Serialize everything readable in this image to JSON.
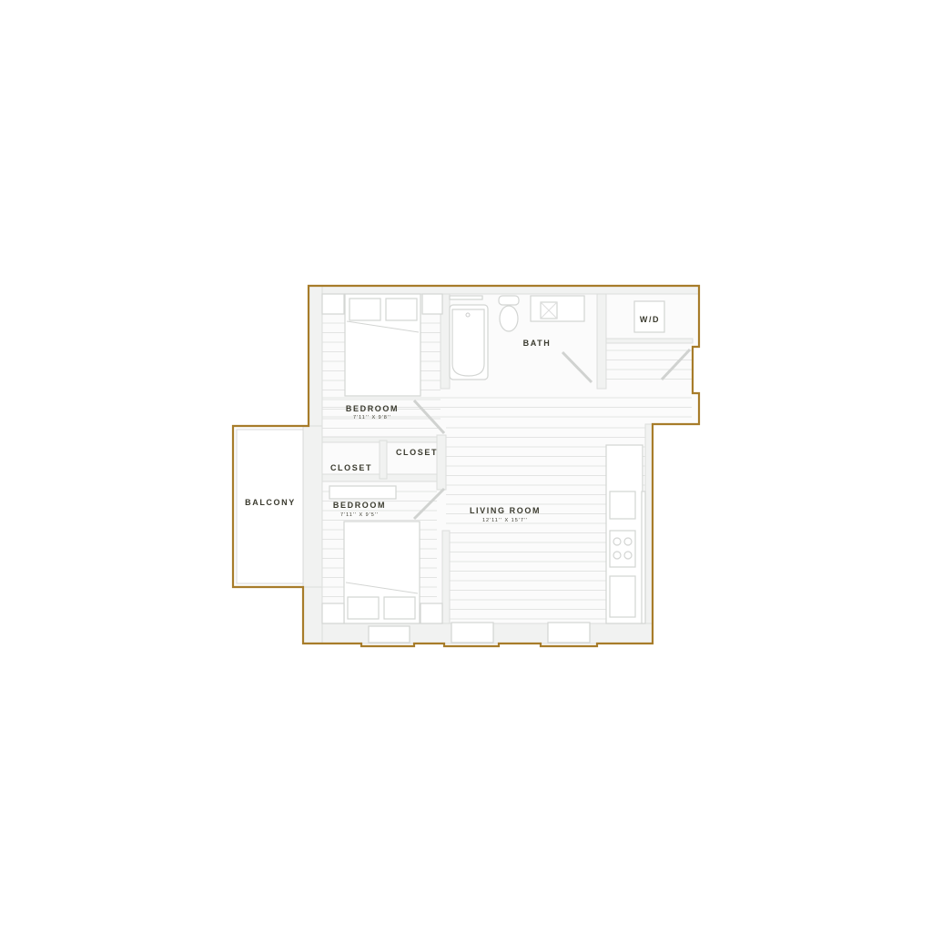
{
  "floor_plan": {
    "accent_color": "#a77c2a",
    "rooms": [
      {
        "id": "bedroom-1",
        "name": "BEDROOM",
        "dimensions": "7'11'' X 9'8''"
      },
      {
        "id": "bedroom-2",
        "name": "BEDROOM",
        "dimensions": "7'11'' X 9'5''"
      },
      {
        "id": "living-room",
        "name": "LIVING ROOM",
        "dimensions": "12'11'' X 15'7''"
      },
      {
        "id": "bath",
        "name": "BATH"
      },
      {
        "id": "closet-1",
        "name": "CLOSET"
      },
      {
        "id": "closet-2",
        "name": "CLOSET"
      },
      {
        "id": "laundry",
        "name": "W/D"
      },
      {
        "id": "balcony",
        "name": "BALCONY"
      }
    ]
  }
}
